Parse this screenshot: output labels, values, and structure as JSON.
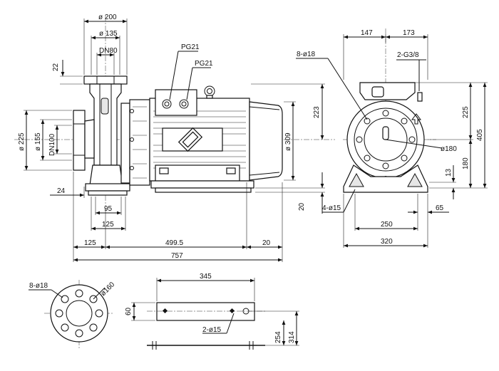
{
  "side_view": {
    "flange_od": "ø 200",
    "bolt_circle": "ø 135",
    "outlet_dn": "DN80",
    "flange_thk": "22",
    "cable_gland_1": "PG21",
    "cable_gland_2": "PG21",
    "inlet_od": "ø 225",
    "inlet_bc": "ø 155",
    "inlet_dn": "DN100",
    "motor_dia": "ø 309",
    "shaft_height": "223",
    "foot_offset": "24",
    "foot_span": "95",
    "foot_width": "125",
    "len_left": "125",
    "len_mid": "499.5",
    "len_right": "20",
    "base_height": "20",
    "total_length": "757"
  },
  "end_view": {
    "width_left": "147",
    "width_right": "173",
    "holes": "8-ø18",
    "gauge": "2-G3/8",
    "height_top": "225",
    "total_height": "405",
    "circle": "ø180",
    "height_bottom": "180",
    "foot_thk": "13",
    "foot_holes": "4-ø15",
    "foot_edge": "65",
    "foot_span": "250",
    "base_width": "320"
  },
  "flange_view": {
    "holes": "8-ø18",
    "bolt_circle": "ø160"
  },
  "rail_view": {
    "length": "345",
    "width": "60",
    "holes": "2-ø15",
    "height_a": "254",
    "height_b": "314"
  }
}
